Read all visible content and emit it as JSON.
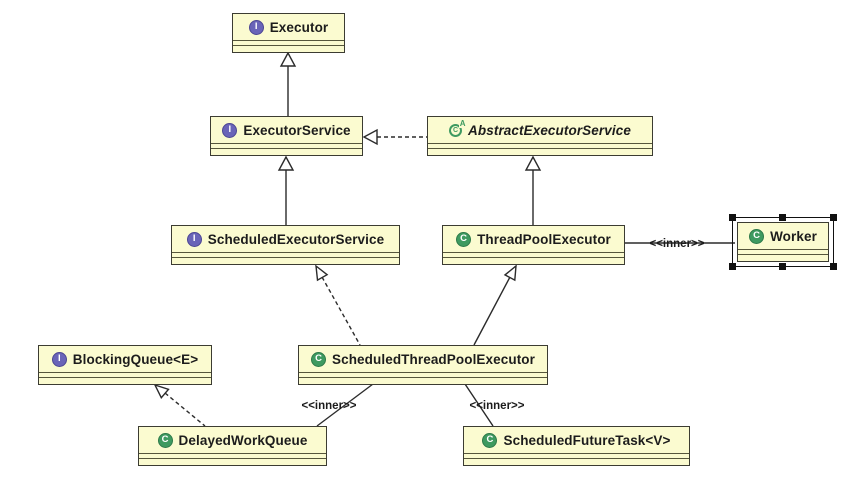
{
  "diagram": {
    "type": "uml-class-diagram",
    "nodes": [
      {
        "name": "Executor",
        "kind": "interface"
      },
      {
        "name": "ExecutorService",
        "kind": "interface"
      },
      {
        "name": "AbstractExecutorService",
        "kind": "abstract-class"
      },
      {
        "name": "ScheduledExecutorService",
        "kind": "interface"
      },
      {
        "name": "ThreadPoolExecutor",
        "kind": "class"
      },
      {
        "name": "Worker",
        "kind": "class",
        "selected": true
      },
      {
        "name": "ScheduledThreadPoolExecutor",
        "kind": "class"
      },
      {
        "name": "BlockingQueue<E>",
        "kind": "interface"
      },
      {
        "name": "DelayedWorkQueue",
        "kind": "class"
      },
      {
        "name": "ScheduledFutureTask<V>",
        "kind": "class"
      }
    ],
    "edges": [
      {
        "from": "ExecutorService",
        "to": "Executor",
        "relation": "extends",
        "style": "solid-hollow-triangle"
      },
      {
        "from": "AbstractExecutorService",
        "to": "ExecutorService",
        "relation": "implements",
        "style": "dashed-hollow-triangle"
      },
      {
        "from": "ScheduledExecutorService",
        "to": "ExecutorService",
        "relation": "extends",
        "style": "solid-hollow-triangle"
      },
      {
        "from": "ThreadPoolExecutor",
        "to": "AbstractExecutorService",
        "relation": "extends",
        "style": "solid-hollow-triangle"
      },
      {
        "from": "ScheduledThreadPoolExecutor",
        "to": "ScheduledExecutorService",
        "relation": "implements",
        "style": "dashed-hollow-triangle"
      },
      {
        "from": "ScheduledThreadPoolExecutor",
        "to": "ThreadPoolExecutor",
        "relation": "extends",
        "style": "solid-hollow-triangle"
      },
      {
        "from": "ThreadPoolExecutor",
        "to": "Worker",
        "relation": "inner-class",
        "label": "<<inner>>",
        "style": "solid-plain"
      },
      {
        "from": "ScheduledThreadPoolExecutor",
        "to": "DelayedWorkQueue",
        "relation": "inner-class",
        "label": "<<inner>>",
        "style": "solid-plain"
      },
      {
        "from": "ScheduledThreadPoolExecutor",
        "to": "ScheduledFutureTask<V>",
        "relation": "inner-class",
        "label": "<<inner>>",
        "style": "solid-plain"
      },
      {
        "from": "DelayedWorkQueue",
        "to": "BlockingQueue<E>",
        "relation": "implements",
        "style": "dashed-hollow-triangle"
      }
    ],
    "icons": {
      "interface_letter": "I",
      "class_letter": "C",
      "abstract_letter": "C",
      "abstract_modifier": "A"
    },
    "colors": {
      "node_fill": "#FBFBD0",
      "node_border": "#3C3C32",
      "interface_icon": "#6A64B8",
      "class_icon": "#3E9A60",
      "line": "#2B2B2B",
      "background": "#FFFFFF"
    }
  }
}
